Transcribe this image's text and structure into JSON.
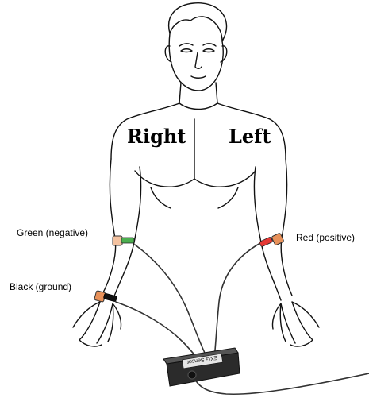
{
  "labels": {
    "right": "Right",
    "left": "Left",
    "green": "Green (negative)",
    "red": "Red (positive)",
    "black": "Black (ground)",
    "sensor": "EKG Sensor"
  },
  "colors": {
    "green_electrode": "#4caf50",
    "red_electrode": "#e53935",
    "black_clip": "#111111",
    "electrode_pad": "#e8915a",
    "sensor_box": "#3a3a3a"
  }
}
